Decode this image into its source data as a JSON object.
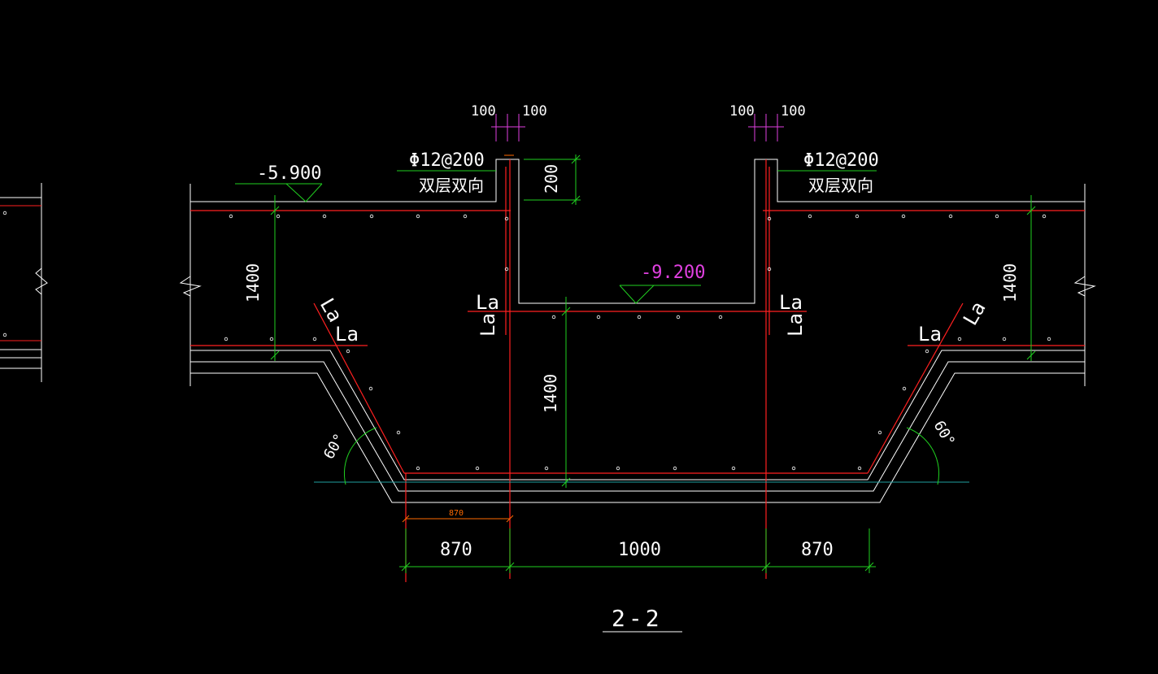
{
  "colors": {
    "background": "#000000",
    "outline": "#ffffff",
    "rebar": "#ff2020",
    "dimension": "#20d020",
    "level": "#e040e0",
    "ground": "#20a0a0",
    "tick": "#ff6a00"
  },
  "levels": {
    "top_left": "-5.900",
    "pit_bottom": "-9.200"
  },
  "rebar": {
    "left_spec": "Φ12@200",
    "left_note": "双层双向",
    "right_spec": "Φ12@200",
    "right_note": "双层双向"
  },
  "dims": {
    "wall_left_a": "100",
    "wall_left_b": "100",
    "wall_right_a": "100",
    "wall_right_b": "100",
    "lip": "200",
    "slab_left": "1400",
    "slab_right": "1400",
    "pit_depth": "1400",
    "small_bottom": "870",
    "bottom_left": "870",
    "bottom_mid": "1000",
    "bottom_right": "870"
  },
  "anchor": {
    "la_left_slope": "La",
    "la_left_horiz": "La",
    "la_left_wall_h": "La",
    "la_left_wall_v": "La",
    "la_right_wall_h": "La",
    "la_right_wall_v": "La",
    "la_right_slope": "La",
    "la_right_horiz": "La"
  },
  "angles": {
    "left": "60°",
    "right": "60°"
  },
  "section_label": "2-2"
}
